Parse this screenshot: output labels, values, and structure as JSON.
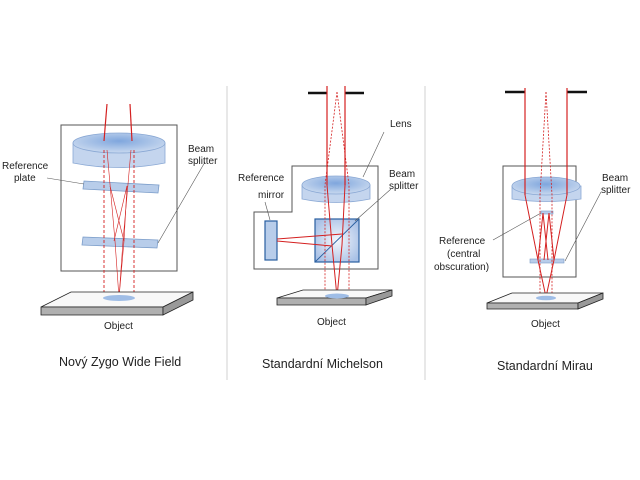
{
  "panels": [
    {
      "title": "Nový Zygo Wide Field",
      "labels": {
        "reference_line1": "Reference",
        "reference_line2": "plate",
        "beam_line1": "Beam",
        "beam_line2": "splitter",
        "object": "Object"
      }
    },
    {
      "title": "Standardní Michelson",
      "labels": {
        "lens": "Lens",
        "reference_line1": "Reference",
        "reference_line2": "mirror",
        "beam_line1": "Beam",
        "beam_line2": "splitter",
        "object": "Object"
      }
    },
    {
      "title": "Standardní Mirau",
      "labels": {
        "beam_line1": "Beam",
        "beam_line2": "splitter",
        "reference_line1": "Reference",
        "reference_line2": "(central",
        "reference_line3": "obscuration)",
        "object": "Object"
      }
    }
  ],
  "colors": {
    "beam": "#d42020",
    "optic_fill": "#b8cdea",
    "optic_stroke": "#7a9cc9",
    "housing": "#555555",
    "stop": "#111111",
    "object_side": "#a8a8a8",
    "divider": "#d0d0d0"
  }
}
